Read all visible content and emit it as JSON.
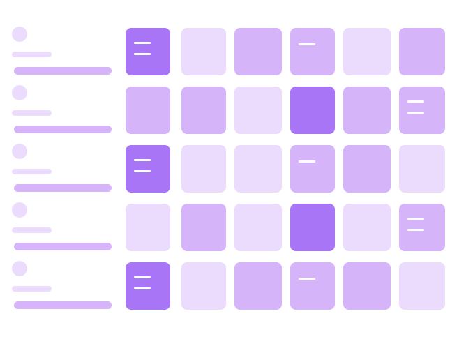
{
  "colors": {
    "lightest": "#ebdcfd",
    "light": "#d5b4f9",
    "dark": "#a875f7",
    "avatar": "#ebdcfd",
    "short_line": "#ebdcfd",
    "long_line": "#d5b4f9",
    "mark": "#ffffff"
  },
  "rows": [
    {
      "tiles": [
        {
          "shade": "dark",
          "marks": 2
        },
        {
          "shade": "lightest",
          "marks": 0
        },
        {
          "shade": "light",
          "marks": 0
        },
        {
          "shade": "light",
          "marks": 1
        },
        {
          "shade": "lightest",
          "marks": 0
        },
        {
          "shade": "light",
          "marks": 0
        }
      ]
    },
    {
      "tiles": [
        {
          "shade": "light",
          "marks": 0
        },
        {
          "shade": "light",
          "marks": 0
        },
        {
          "shade": "lightest",
          "marks": 0
        },
        {
          "shade": "dark",
          "marks": 0
        },
        {
          "shade": "light",
          "marks": 0
        },
        {
          "shade": "light",
          "marks": 2
        }
      ]
    },
    {
      "tiles": [
        {
          "shade": "dark",
          "marks": 2
        },
        {
          "shade": "lightest",
          "marks": 0
        },
        {
          "shade": "lightest",
          "marks": 0
        },
        {
          "shade": "light",
          "marks": 1
        },
        {
          "shade": "light",
          "marks": 0
        },
        {
          "shade": "lightest",
          "marks": 0
        }
      ]
    },
    {
      "tiles": [
        {
          "shade": "lightest",
          "marks": 0
        },
        {
          "shade": "light",
          "marks": 0
        },
        {
          "shade": "lightest",
          "marks": 0
        },
        {
          "shade": "dark",
          "marks": 0
        },
        {
          "shade": "lightest",
          "marks": 0
        },
        {
          "shade": "light",
          "marks": 2
        }
      ]
    },
    {
      "tiles": [
        {
          "shade": "dark",
          "marks": 2
        },
        {
          "shade": "lightest",
          "marks": 0
        },
        {
          "shade": "light",
          "marks": 0
        },
        {
          "shade": "light",
          "marks": 1
        },
        {
          "shade": "light",
          "marks": 0
        },
        {
          "shade": "lightest",
          "marks": 0
        }
      ]
    }
  ]
}
